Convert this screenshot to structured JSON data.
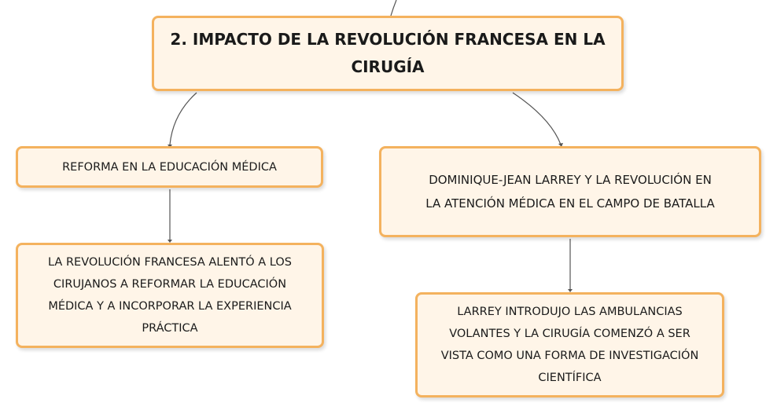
{
  "map": {
    "root": {
      "text": "2. IMPACTO DE LA REVOLUCIÓN FRANCESA EN LA\nCIRUGÍA"
    },
    "left_branch": {
      "text": "REFORMA EN LA EDUCACIÓN MÉDICA"
    },
    "left_child": {
      "text": "LA REVOLUCIÓN FRANCESA ALENTÓ A LOS\nCIRUJANOS A REFORMAR LA EDUCACIÓN\nMÉDICA Y A INCORPORAR LA EXPERIENCIA\nPRÁCTICA"
    },
    "right_branch": {
      "text": "DOMINIQUE-JEAN LARREY Y LA REVOLUCIÓN EN\nLA ATENCIÓN MÉDICA EN EL CAMPO DE BATALLA"
    },
    "right_child": {
      "text": "LARREY INTRODUJO LAS AMBULANCIAS\nVOLANTES Y LA CIRUGÍA COMENZÓ A SER\nVISTA COMO UNA FORMA DE INVESTIGACIÓN\nCIENTÍFICA"
    }
  },
  "colors": {
    "node_fill": "#fff5e8",
    "node_border": "#f4b25e",
    "connector": "#555555"
  }
}
